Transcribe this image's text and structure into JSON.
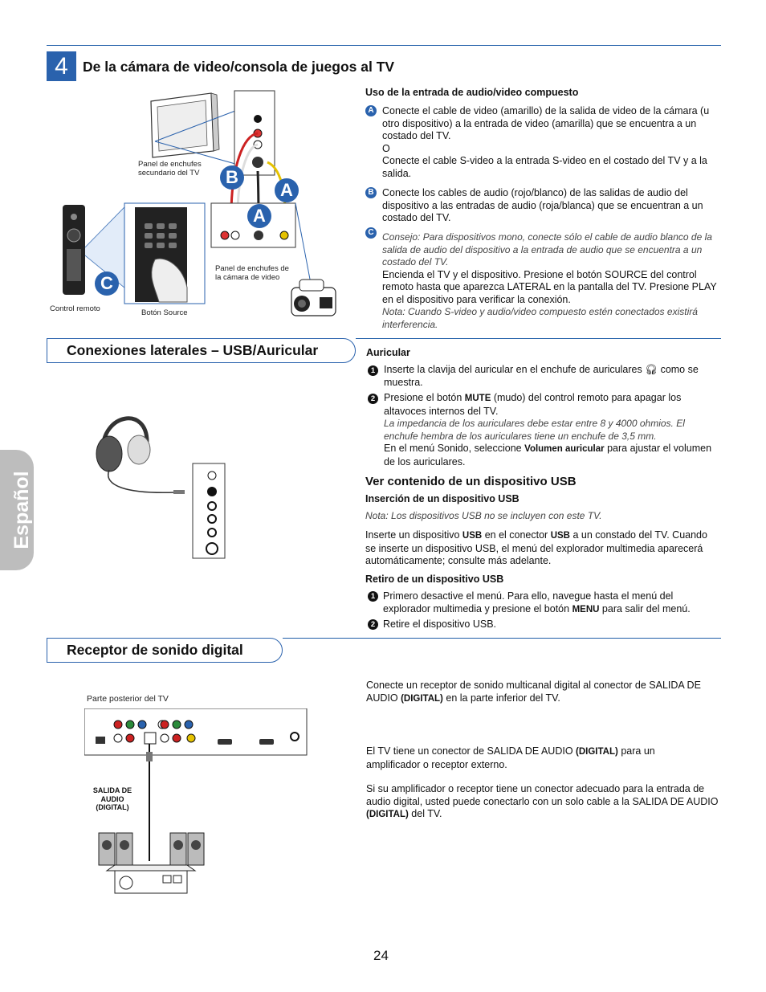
{
  "side_tab": "Español",
  "page_number": "24",
  "section4": {
    "number": "4",
    "title": "De la cámara de video/consola de juegos al TV",
    "diagram": {
      "label_panel_secundario": "Panel de enchufes secundario del TV",
      "label_panel_camara": "Panel de enchufes de la cámara de video",
      "label_control": "Control remoto",
      "label_boton": "Botón Source",
      "letter_a": "A",
      "letter_b": "B",
      "letter_c": "C"
    },
    "subtitle": "Uso de la entrada de audio/video compuesto",
    "item_a_1": "Conecte el cable de video (amarillo) de la salida de video de la cámara (u otro dispositivo) a la entrada de video (amarilla) que se encuentra a un costado del TV.",
    "item_a_or": "O",
    "item_a_2": "Conecte el cable S-video a la entrada S-video en el costado del TV y a la salida.",
    "item_b": "Conecte los cables de audio (rojo/blanco) de las salidas de audio del dispositivo a las entradas de audio (roja/blanca) que se encuentran a un costado del TV.",
    "item_c_tip": "Consejo: Para dispositivos mono, conecte sólo el cable de audio blanco de la salida de audio del dispositivo a la entrada de audio que se encuentra a un costado del TV.",
    "item_c_text": "Encienda el TV y el dispositivo. Presione el botón SOURCE del control remoto hasta que aparezca LATERAL en la pantalla del TV. Presione PLAY en el dispositivo para verificar la conexión.",
    "item_c_note": "Nota: Cuando S-video y audio/video compuesto estén conectados existirá interferencia."
  },
  "section_usb": {
    "title": "Conexiones laterales – USB/Auricular",
    "auricular_title": "Auricular",
    "step1_a": "Inserte la clavija del auricular en el enchufe de auriculares",
    "step1_b": "como se muestra.",
    "step2_a": "Presione el botón",
    "step2_bold": "MUTE",
    "step2_b": "(mudo) del control remoto para apagar los altavoces internos del TV.",
    "step2_note": "La impedancia de los auriculares debe estar entre 8 y 4000 ohmios. El enchufe hembra de los auriculares tiene un enchufe de 3,5 mm.",
    "step2_c": "En el menú Sonido, seleccione",
    "step2_c_bold": "Volumen auricular",
    "step2_c_end": "para ajustar el volumen de los auriculares.",
    "usb_heading": "Ver contenido de un dispositivo USB",
    "insercion_title": "Inserción de un dispositivo USB",
    "insercion_note": "Nota: Los dispositivos USB no se incluyen con este TV.",
    "insercion_p1": "Inserte un dispositivo",
    "usb_word": "USB",
    "insercion_p2": "en el conector",
    "insercion_p3": "a un constado del TV. Cuando se inserte un dispositivo USB, el menú del explorador multimedia aparecerá automáticamente; consulte más adelante.",
    "retiro_title": "Retiro de un dispositivo USB",
    "retiro_1a": "Primero desactive el menú. Para ello, navegue hasta el menú del explorador multimedia y presione el botón",
    "retiro_1bold": "MENU",
    "retiro_1b": "para salir del menú.",
    "retiro_2": "Retire el dispositivo USB."
  },
  "section_digital": {
    "title": "Receptor de sonido digital",
    "label_parte_posterior": "Parte posterior del TV",
    "label_salida": "SALIDA DE AUDIO (DIGITAL)",
    "p1_a": "Conecte un receptor de sonido multicanal digital al conector de SALIDA DE AUDIO",
    "p1_bold": "(DIGITAL)",
    "p1_b": "en la parte inferior del TV.",
    "p2_a": "El TV tiene un conector de SALIDA DE AUDIO",
    "p2_bold": "(DIGITAL)",
    "p2_b": "para un amplificador o receptor externo.",
    "p3_a": "Si su amplificador o receptor tiene un conector adecuado para la entrada de audio digital, usted puede conectarlo con un solo cable a la SALIDA DE AUDIO",
    "p3_bold": "(DIGITAL)",
    "p3_b": "del TV."
  },
  "colors": {
    "accent": "#2a62ad",
    "tab_gray": "#bdbdbd"
  }
}
